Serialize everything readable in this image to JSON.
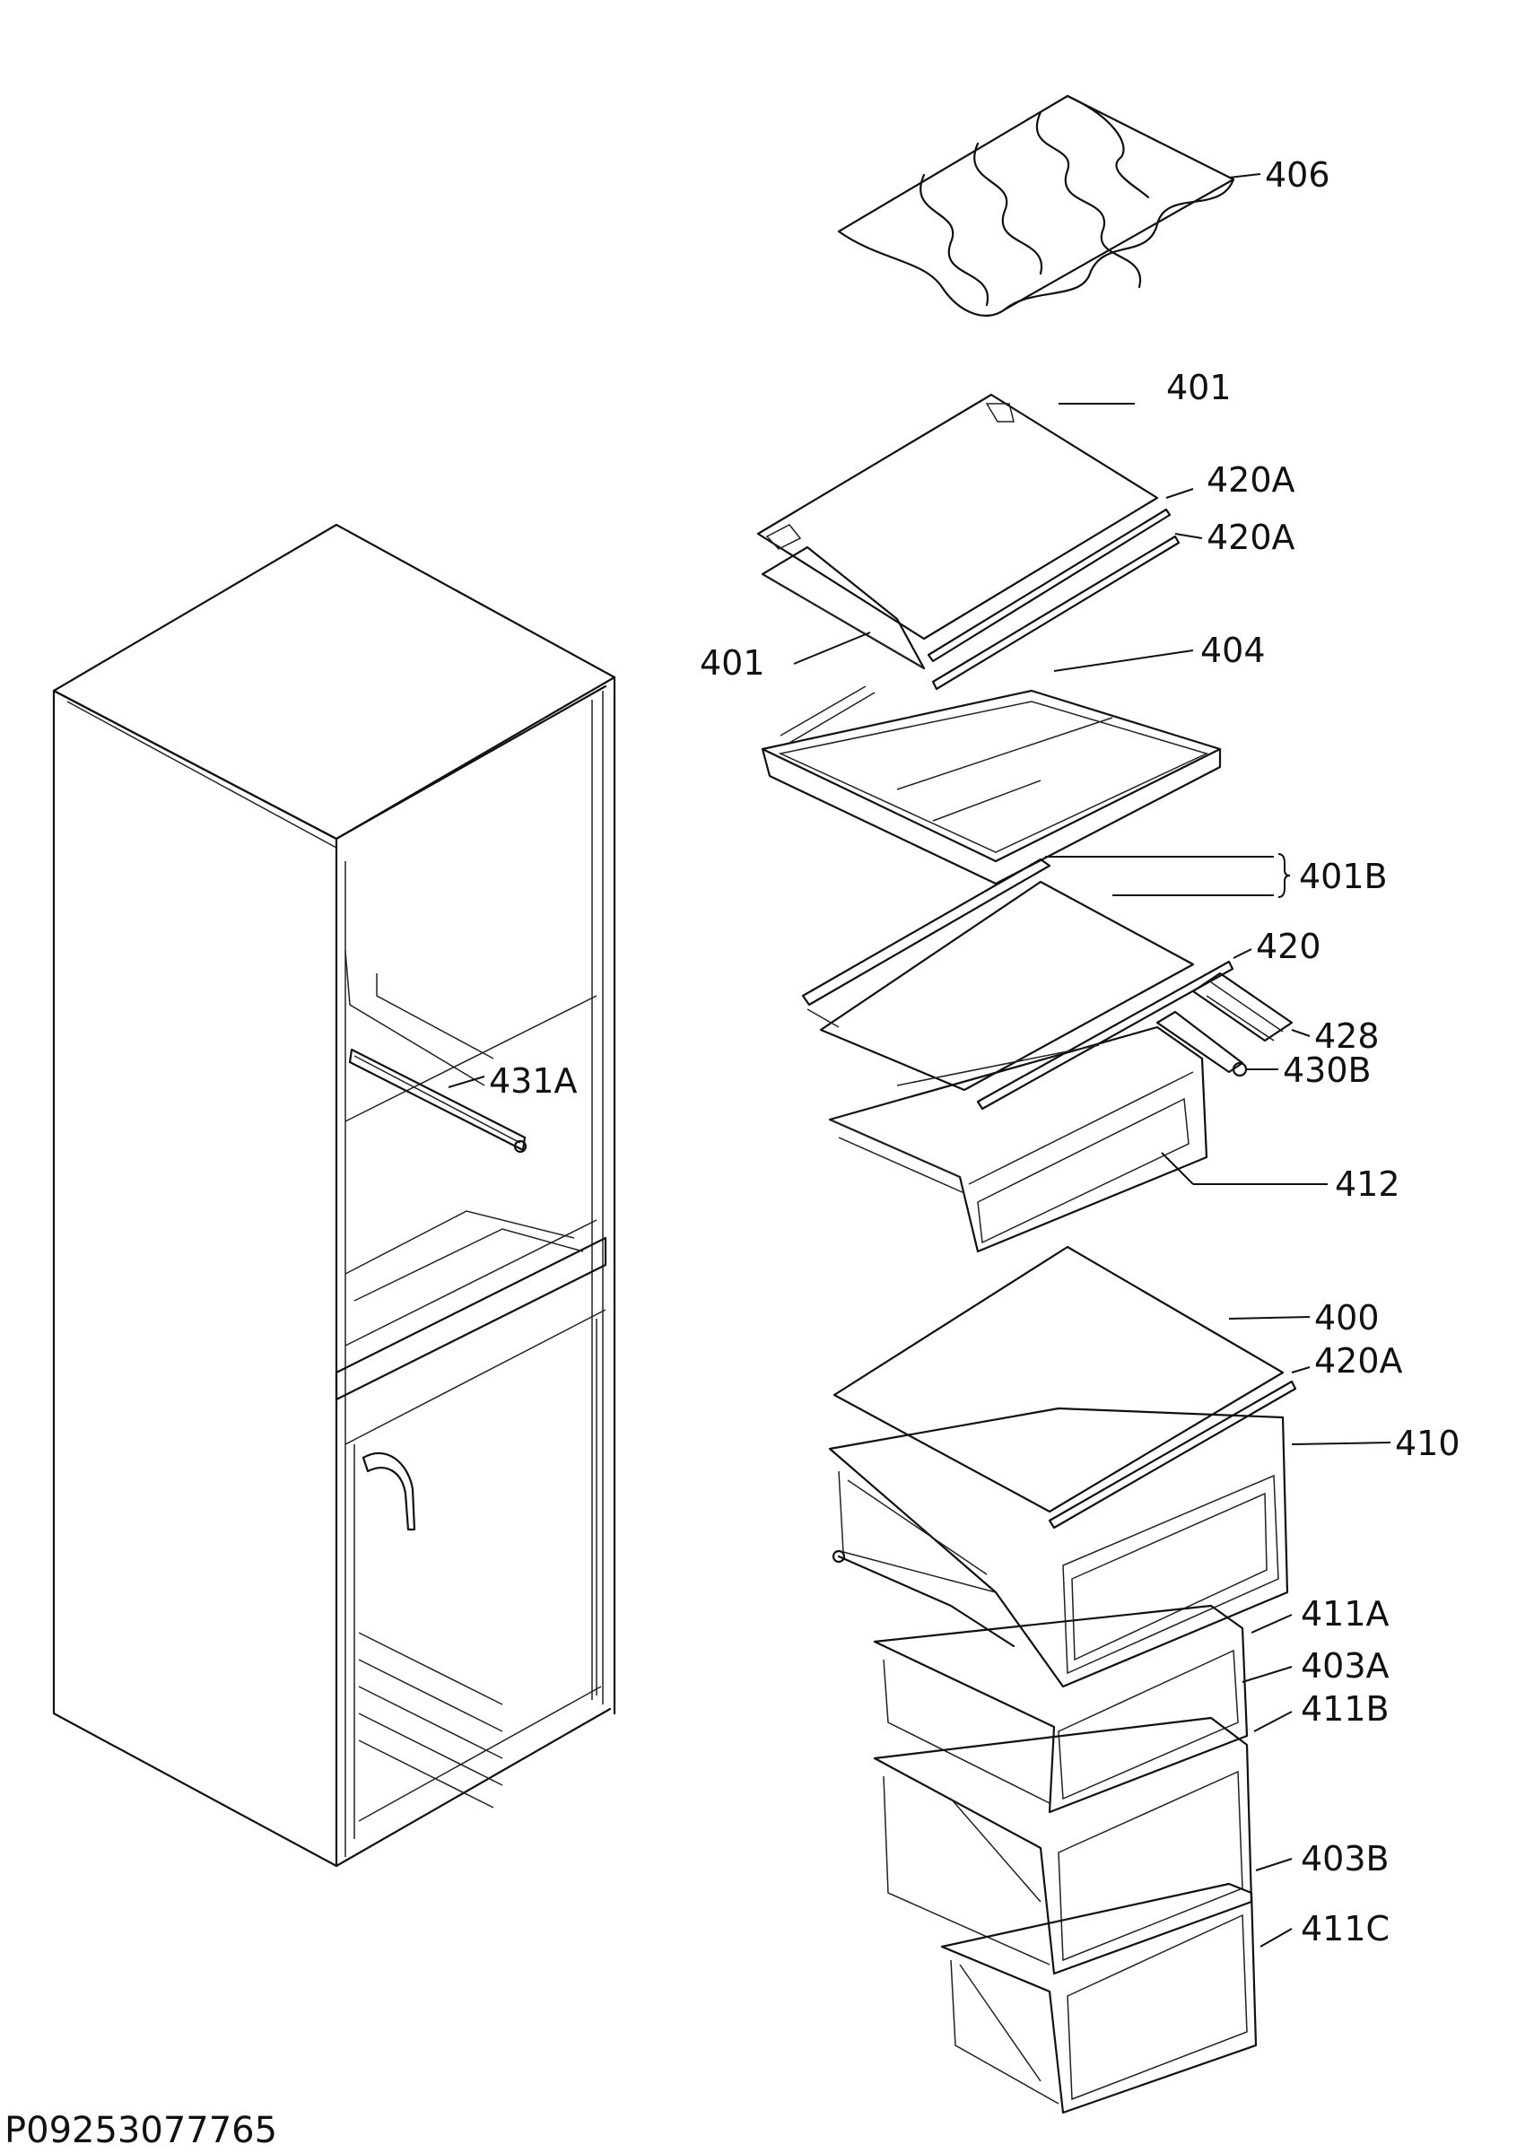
{
  "diagram": {
    "document_code": "P09253077765",
    "labels": {
      "l406": "406",
      "l401_top": "401",
      "l420A_1": "420A",
      "l420A_2": "420A",
      "l401_mid": "401",
      "l404": "404",
      "l401B": "401B",
      "l420": "420",
      "l428": "428",
      "l430B": "430B",
      "l431A": "431A",
      "l412": "412",
      "l400": "400",
      "l420A_3": "420A",
      "l410": "410",
      "l411A": "411A",
      "l403A": "403A",
      "l411B": "411B",
      "l403B": "403B",
      "l411C": "411C"
    }
  }
}
